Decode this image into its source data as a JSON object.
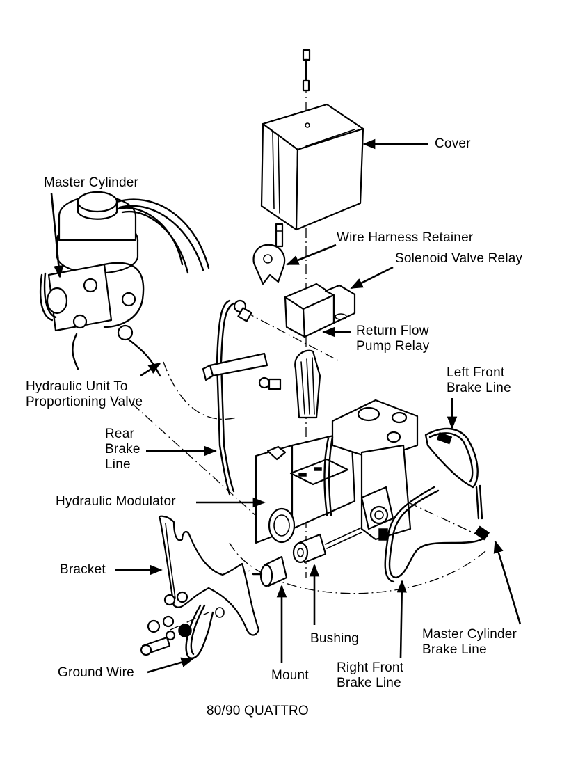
{
  "diagram": {
    "caption": "80/90 QUATTRO",
    "labels": {
      "cover": "Cover",
      "master_cylinder": "Master Cylinder",
      "wire_harness_retainer": "Wire Harness Retainer",
      "solenoid_valve_relay": "Solenoid Valve Relay",
      "return_flow_pump_relay": "Return Flow\nPump Relay",
      "left_front_brake_line": "Left Front\nBrake Line",
      "hydraulic_unit_to_proportioning_valve": "Hydraulic Unit To\nProportioning Valve",
      "rear_brake_line": "Rear\nBrake\nLine",
      "hydraulic_modulator": "Hydraulic Modulator",
      "bracket": "Bracket",
      "ground_wire": "Ground Wire",
      "mount": "Mount",
      "bushing": "Bushing",
      "right_front_brake_line": "Right Front\nBrake Line",
      "master_cylinder_brake_line": "Master Cylinder\nBrake Line"
    }
  }
}
